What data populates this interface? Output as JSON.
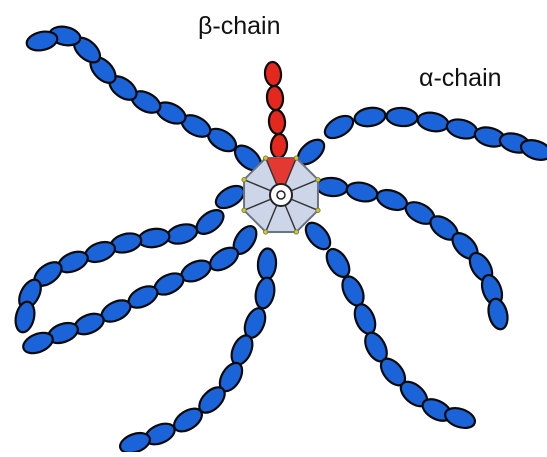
{
  "labels": {
    "beta_chain": "β-chain",
    "alpha_chain": "α-chain"
  },
  "colors": {
    "alpha_bead": "#1a63d8",
    "beta_bead": "#e5281e",
    "bead_outline": "#0a0a0a",
    "hub_fill": "#ccd6e8",
    "hub_outline": "#6b7384",
    "hub_highlight": "#e5281e",
    "spoke_lines": "#333333",
    "center_ring": "#ffffff"
  },
  "diagram": {
    "alpha_chain_count": 7,
    "beta_chain_count": 1,
    "hub_segments": 8
  }
}
